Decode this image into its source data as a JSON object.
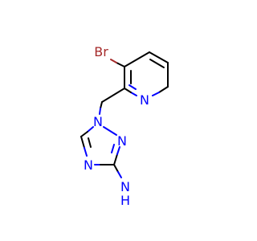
{
  "molecule": {
    "atom_labels": {
      "br": "Br",
      "n_pyridine": "N",
      "n1": "N",
      "n2": "N",
      "n4": "N",
      "amine_n": "N",
      "amine_h": "H"
    },
    "colors": {
      "carbon_bond": "#000000",
      "nitrogen": "#0000ff",
      "bromine": "#a52a2a",
      "background": "#ffffff"
    }
  }
}
